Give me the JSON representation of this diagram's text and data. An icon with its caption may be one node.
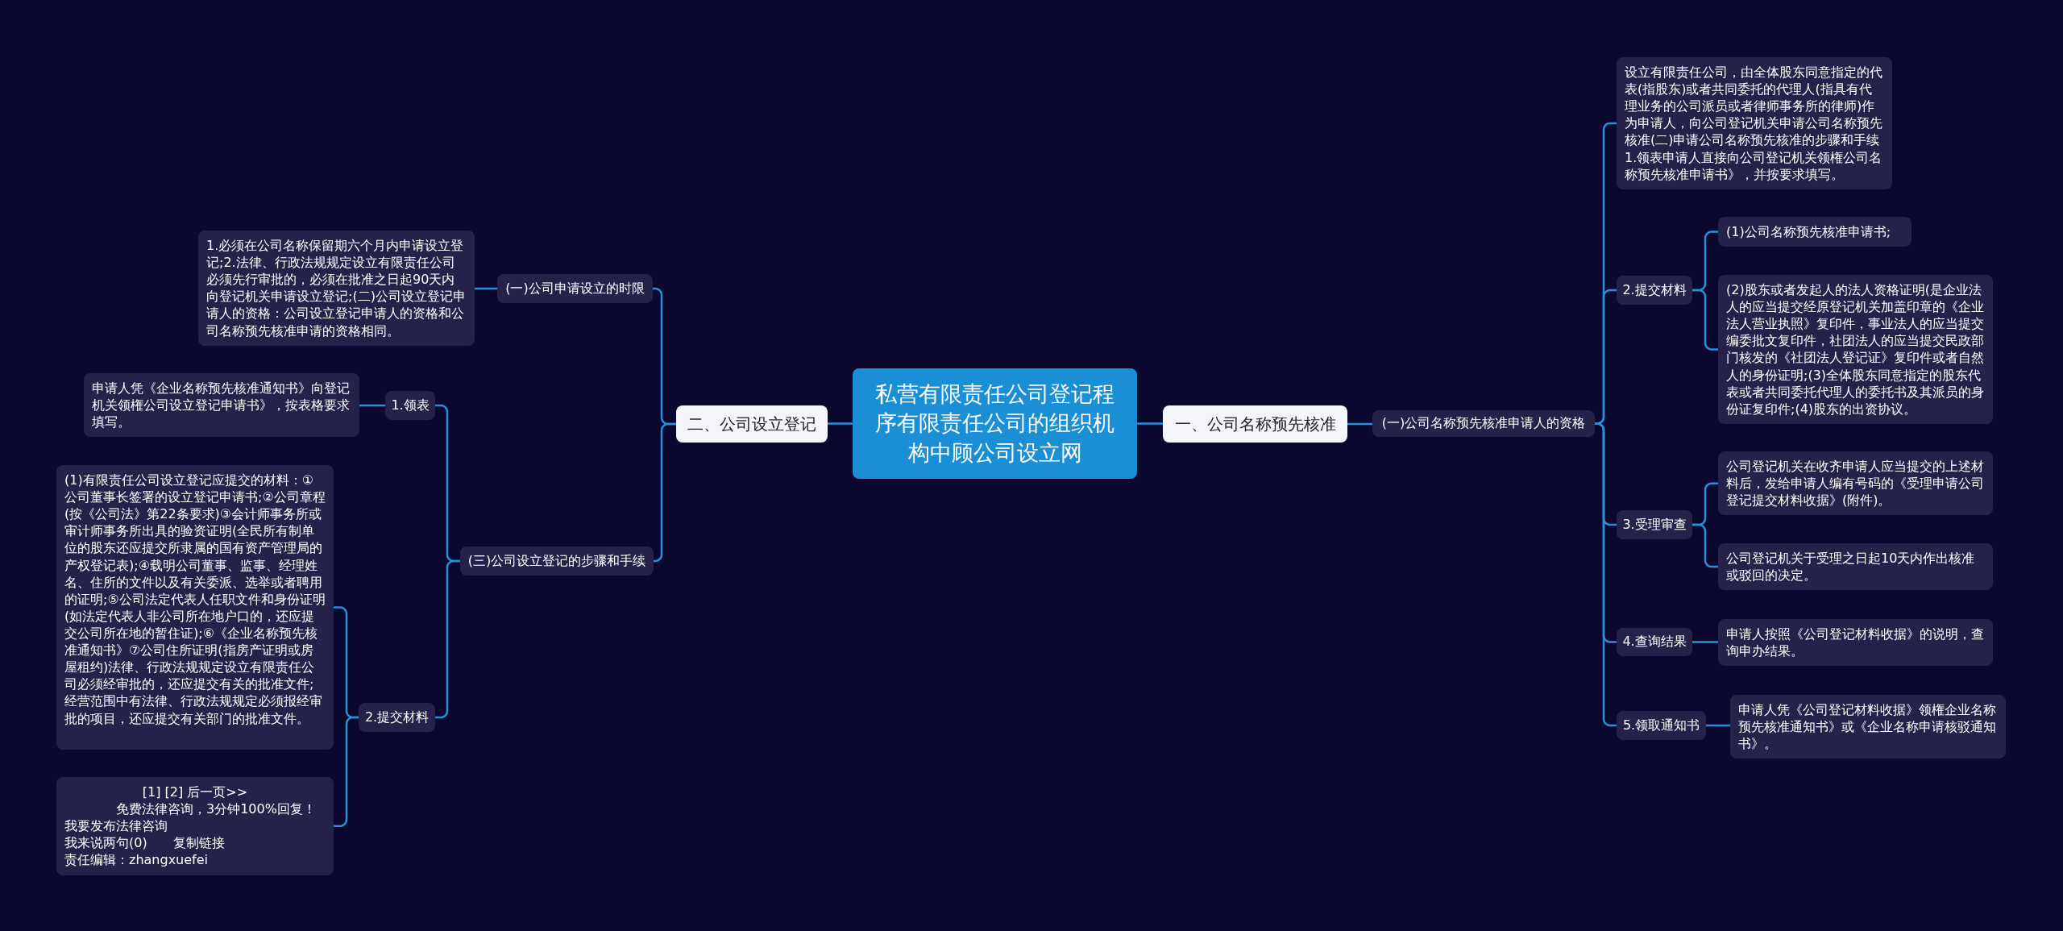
{
  "diagram": {
    "nodes": [
      {
        "text": [
          "私营有限责任公司登记程序有限责任公司的组织机构中顾公司设立网"
        ]
      },
      {
        "text": [
          "二、公司设立登记"
        ]
      },
      {
        "text": [
          "(一)公司申请设立的时限"
        ]
      },
      {
        "text": [
          "1.必须在公司名称保留期六个月内申请设立登记;2.法律、行政法规规定设立有限责任公司必须先行审批的，必须在批准之日起90天内向登记机关申请设立登记;(二)公司设立登记申请人的资格：公司设立登记申请人的资格和公司名称预先核准申请的资格相同。"
        ]
      },
      {
        "text": [
          "(三)公司设立登记的步骤和手续"
        ]
      },
      {
        "text": [
          "1.领表"
        ]
      },
      {
        "text": [
          "申请人凭《企业名称预先核准通知书》向登记机关领権公司设立登记申请书》，按表格要求填写。"
        ]
      },
      {
        "text": [
          "2.提交材料"
        ]
      },
      {
        "text": [
          "(1)有限责任公司设立登记应提交的材料：①公司董事长签署的设立登记申请书;②公司章程(按《公司法》第22条要求)③会计师事务所或审计师事务所出具的验资证明(全民所有制单位的股东还应提交所隶属的国有资产管理局的产权登记表);④载明公司董事、监事、经理姓名、住所的文件以及有关委派、选举或者聘用的证明;⑤公司法定代表人任职文件和身份证明(如法定代表人非公司所在地户口的，还应提交公司所在地的暂住证);⑥《企业名称预先核准通知书》⑦公司住所证明(指房产证明或房屋租约)法律、行政法规规定设立有限责任公司必须经审批的，还应提交有关的批准文件;经营范围中有法律、行政法规规定必须报经审批的项目，还应提交有关部门的批准文件。"
        ]
      },
      {
        "text": [
          "[1] [2] 后一页>>",
          "免费法律咨询，3分钟100%回复！我要发布法律咨询",
          "我来说两句(0)",
          "复制链接",
          "责任编辑：zhangxuefei"
        ]
      },
      {
        "text": [
          "一、公司名称预先核准"
        ]
      },
      {
        "text": [
          "(一)公司名称预先核准申请人的资格"
        ]
      },
      {
        "text": [
          "设立有限责任公司，由全体股东同意指定的代表(指股东)或者共同委托的代理人(指具有代理业务的公司派员或者律师事务所的律师)作为申请人，向公司登记机关申请公司名称预先核准(二)申请公司名称预先核准的步骤和手续1.领表申请人直接向公司登记机关领権公司名称预先核准申请书》，并按要求填写。"
        ]
      },
      {
        "text": [
          "2.提交材料"
        ]
      },
      {
        "text": [
          "(1)公司名称预先核准申请书;"
        ]
      },
      {
        "text": [
          "(2)股东或者发起人的法人资格证明(是企业法人的应当提交经原登记机关加盖印章的《企业法人营业执照》复印件，事业法人的应当提交编委批文复印件，社团法人的应当提交民政部门核发的《社团法人登记证》复印件或者自然人的身份证明;(3)全体股东同意指定的股东代表或者共同委托代理人的委托书及其派员的身份证复印件;(4)股东的出资协议。"
        ]
      },
      {
        "text": [
          "3.受理审查"
        ]
      },
      {
        "text": [
          "公司登记机关在收齐申请人应当提交的上述材料后，发给申请人编有号码的《受理申请公司登记提交材料收据》(附件)。"
        ]
      },
      {
        "text": [
          "公司登记机关于受理之日起10天内作出核准或驳回的决定。"
        ]
      },
      {
        "text": [
          "4.查询结果"
        ]
      },
      {
        "text": [
          "申请人按照《公司登记材料收据》的说明，查询申办结果。"
        ]
      },
      {
        "text": [
          "5.领取通知书"
        ]
      },
      {
        "text": [
          "申请人凭《公司登记材料收据》领権企业名称预先核准通知书》或《企业名称申请核驳通知书》。"
        ]
      }
    ],
    "edges": [
      {
        "from": 0,
        "to": 1,
        "arrow": "none"
      },
      {
        "from": 1,
        "to": 2,
        "arrow": "none"
      },
      {
        "from": 2,
        "to": 3,
        "arrow": "none"
      },
      {
        "from": 1,
        "to": 4,
        "arrow": "none"
      },
      {
        "from": 4,
        "to": 5,
        "arrow": "none"
      },
      {
        "from": 5,
        "to": 6,
        "arrow": "none"
      },
      {
        "from": 4,
        "to": 7,
        "arrow": "none"
      },
      {
        "from": 7,
        "to": 8,
        "arrow": "none"
      },
      {
        "from": 7,
        "to": 9,
        "arrow": "none"
      },
      {
        "from": 0,
        "to": 10,
        "arrow": "none"
      },
      {
        "from": 10,
        "to": 11,
        "arrow": "none"
      },
      {
        "from": 11,
        "to": 12,
        "arrow": "none"
      },
      {
        "from": 11,
        "to": 13,
        "arrow": "none"
      },
      {
        "from": 13,
        "to": 14,
        "arrow": "none"
      },
      {
        "from": 13,
        "to": 15,
        "arrow": "none"
      },
      {
        "from": 11,
        "to": 16,
        "arrow": "none"
      },
      {
        "from": 16,
        "to": 17,
        "arrow": "none"
      },
      {
        "from": 16,
        "to": 18,
        "arrow": "none"
      },
      {
        "from": 11,
        "to": 19,
        "arrow": "none"
      },
      {
        "from": 19,
        "to": 20,
        "arrow": "none"
      },
      {
        "from": 11,
        "to": 21,
        "arrow": "none"
      },
      {
        "from": 21,
        "to": 22,
        "arrow": "none"
      }
    ]
  }
}
